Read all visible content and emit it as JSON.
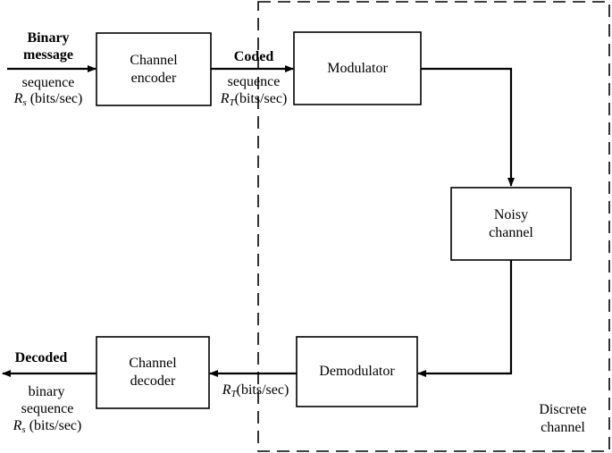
{
  "diagram": {
    "blocks": {
      "channel_encoder": [
        "Channel",
        "encoder"
      ],
      "modulator": [
        "Modulator"
      ],
      "noisy_channel": [
        "Noisy",
        "channel"
      ],
      "demodulator": [
        "Demodulator"
      ],
      "channel_decoder": [
        "Channel",
        "decoder"
      ]
    },
    "region_label": [
      "Discrete",
      "channel"
    ],
    "labels": {
      "input": {
        "line1": "Binary",
        "line2": "message",
        "line3": "sequence",
        "rate_symbol": "R",
        "rate_sub": "s",
        "rate_unit": " (bits/sec)"
      },
      "coded": {
        "line1": "Coded",
        "line2": "sequence",
        "rate_symbol": "R",
        "rate_sub": "T",
        "rate_unit": "(bits/sec)"
      },
      "demod_out": {
        "rate_symbol": "R",
        "rate_sub": "T",
        "rate_unit": "(bits/sec)"
      },
      "output": {
        "line1": "Decoded",
        "line2": "binary",
        "line3": "sequence",
        "rate_symbol": "R",
        "rate_sub": "s",
        "rate_unit": " (bits/sec)"
      }
    }
  }
}
